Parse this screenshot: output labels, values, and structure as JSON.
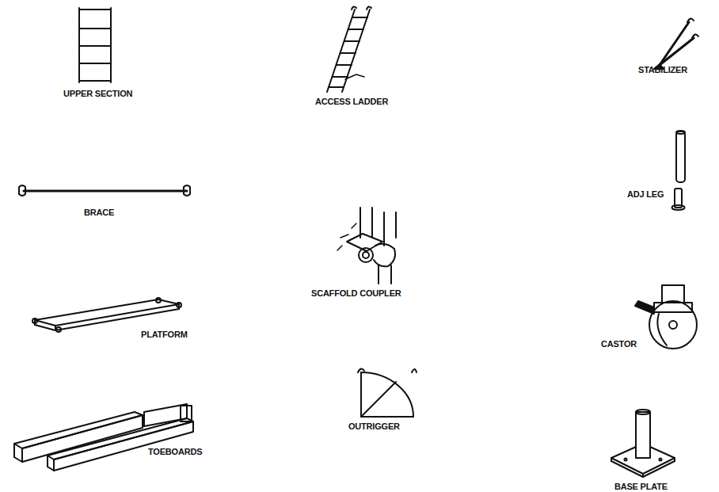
{
  "diagram": {
    "labels": [
      "UPPER SECTION",
      "ACCESS LADDER",
      "STABILIZER",
      "ADJ LEG",
      "BRACE",
      "SCAFFOLD COUPLER",
      "PLATFORM",
      "CASTOR",
      "TOEBOARDS",
      "OUTRIGGER",
      "BASE PLATE"
    ]
  }
}
